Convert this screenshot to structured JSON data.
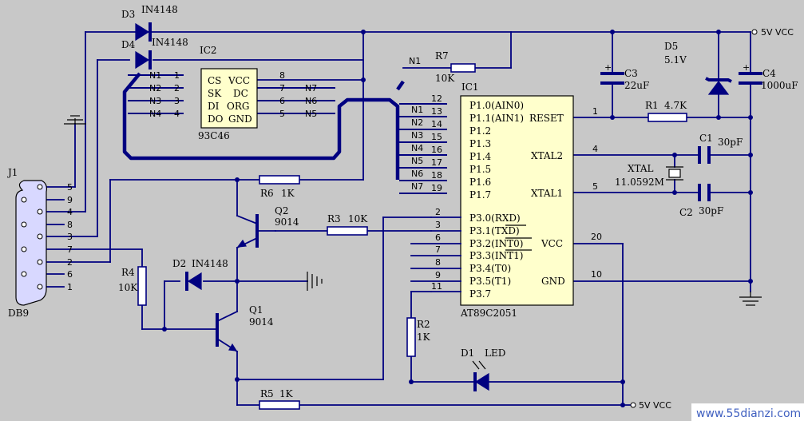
{
  "power": {
    "vcc_top": "5V VCC",
    "vcc_bottom": "5V VCC"
  },
  "watermark": "www.55dianzi.com",
  "connector": {
    "ref": "J1",
    "type": "DB9",
    "pins": [
      "5",
      "9",
      "4",
      "8",
      "3",
      "7",
      "2",
      "6",
      "1"
    ]
  },
  "diodes": {
    "d3": {
      "ref": "D3",
      "value": "IN4148"
    },
    "d4": {
      "ref": "D4",
      "value": "IN4148"
    },
    "d2": {
      "ref": "D2",
      "value": "IN4148"
    },
    "d5": {
      "ref": "D5",
      "value": "5.1V"
    },
    "d1": {
      "ref": "D1",
      "value": "LED"
    }
  },
  "ic2": {
    "ref": "IC2",
    "part": "93C46",
    "left_pins": [
      {
        "net": "N1",
        "num": "1",
        "name": "CS"
      },
      {
        "net": "N2",
        "num": "2",
        "name": "SK"
      },
      {
        "net": "N3",
        "num": "3",
        "name": "DI"
      },
      {
        "net": "N4",
        "num": "4",
        "name": "DO"
      }
    ],
    "right_pins": [
      {
        "net": "",
        "num": "8",
        "name": "VCC"
      },
      {
        "net": "N7",
        "num": "7",
        "name": "DC"
      },
      {
        "net": "N6",
        "num": "6",
        "name": "ORG"
      },
      {
        "net": "N5",
        "num": "5",
        "name": "GND"
      }
    ]
  },
  "ic1": {
    "ref": "IC1",
    "part": "AT89C2051",
    "p1_pins": [
      {
        "net": "",
        "num": "12",
        "name": "P1.0(AIN0)"
      },
      {
        "net": "N1",
        "num": "13",
        "name": "P1.1(AIN1)"
      },
      {
        "net": "N2",
        "num": "14",
        "name": "P1.2"
      },
      {
        "net": "N3",
        "num": "15",
        "name": "P1.3"
      },
      {
        "net": "N4",
        "num": "16",
        "name": "P1.4"
      },
      {
        "net": "N5",
        "num": "17",
        "name": "P1.5"
      },
      {
        "net": "N6",
        "num": "18",
        "name": "P1.6"
      },
      {
        "net": "N7",
        "num": "19",
        "name": "P1.7"
      }
    ],
    "p3_pins": [
      {
        "num": "2",
        "name": "P3.0(RXD)"
      },
      {
        "num": "3",
        "name": "P3.1(TXD)"
      },
      {
        "num": "6",
        "name": "P3.2(INT0)"
      },
      {
        "num": "7",
        "name": "P3.3(INT1)"
      },
      {
        "num": "8",
        "name": "P3.4(T0)"
      },
      {
        "num": "9",
        "name": "P3.5(T1)"
      },
      {
        "num": "11",
        "name": "P3.7"
      }
    ],
    "right_pins": [
      {
        "num": "1",
        "name": "RESET"
      },
      {
        "num": "4",
        "name": "XTAL2"
      },
      {
        "num": "5",
        "name": "XTAL1"
      },
      {
        "num": "20",
        "name": "VCC"
      },
      {
        "num": "10",
        "name": "GND"
      }
    ]
  },
  "resistors": {
    "r1": {
      "ref": "R1",
      "value": "4.7K"
    },
    "r2": {
      "ref": "R2",
      "value": "1K"
    },
    "r3": {
      "ref": "R3",
      "value": "10K"
    },
    "r4": {
      "ref": "R4",
      "value": "10K"
    },
    "r5": {
      "ref": "R5",
      "value": "1K"
    },
    "r6": {
      "ref": "R6",
      "value": "1K"
    },
    "r7": {
      "ref": "R7",
      "value": "10K",
      "net": "N1"
    }
  },
  "capacitors": {
    "c1": {
      "ref": "C1",
      "value": "30pF"
    },
    "c2": {
      "ref": "C2",
      "value": "30pF"
    },
    "c3": {
      "ref": "C3",
      "value": "22uF"
    },
    "c4": {
      "ref": "C4",
      "value": "1000uF"
    }
  },
  "crystal": {
    "ref": "XTAL",
    "value": "11.0592M"
  },
  "transistors": {
    "q1": {
      "ref": "Q1",
      "value": "9014"
    },
    "q2": {
      "ref": "Q2",
      "value": "9014"
    }
  }
}
